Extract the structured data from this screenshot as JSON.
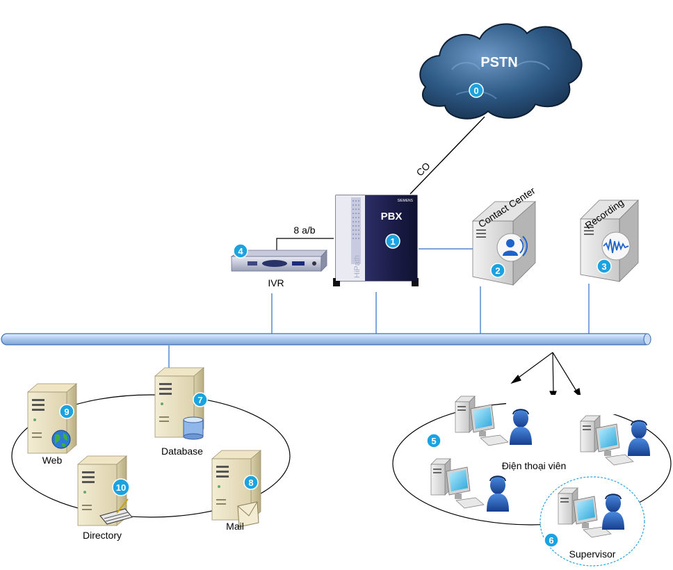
{
  "cloud": {
    "label": "PSTN",
    "badge": "0"
  },
  "links": {
    "pstn_pbx": "CO",
    "ivr_pbx": "8 a/b"
  },
  "pbx": {
    "label": "PBX",
    "badge": "1",
    "brand": "SIEMENS",
    "model": "HiPath"
  },
  "contact_center": {
    "label": "Contact Center",
    "badge": "2"
  },
  "recording": {
    "label": "Recording",
    "badge": "3"
  },
  "ivr": {
    "label": "IVR",
    "badge": "4"
  },
  "agents": {
    "badge": "5",
    "label": "Điện thoại viên"
  },
  "supervisor": {
    "badge": "6",
    "label": "Supervisor"
  },
  "servers": {
    "database": {
      "label": "Database",
      "badge": "7"
    },
    "mail": {
      "label": "Mail",
      "badge": "8"
    },
    "web": {
      "label": "Web",
      "badge": "9"
    },
    "directory": {
      "label": "Directory",
      "badge": "10"
    }
  },
  "colors": {
    "badge": "#1aa3e0",
    "bus": "#a9c8ef",
    "bus_stroke": "#3d6fb3",
    "link": "#2a6cc4",
    "cloud": "#24476f"
  }
}
